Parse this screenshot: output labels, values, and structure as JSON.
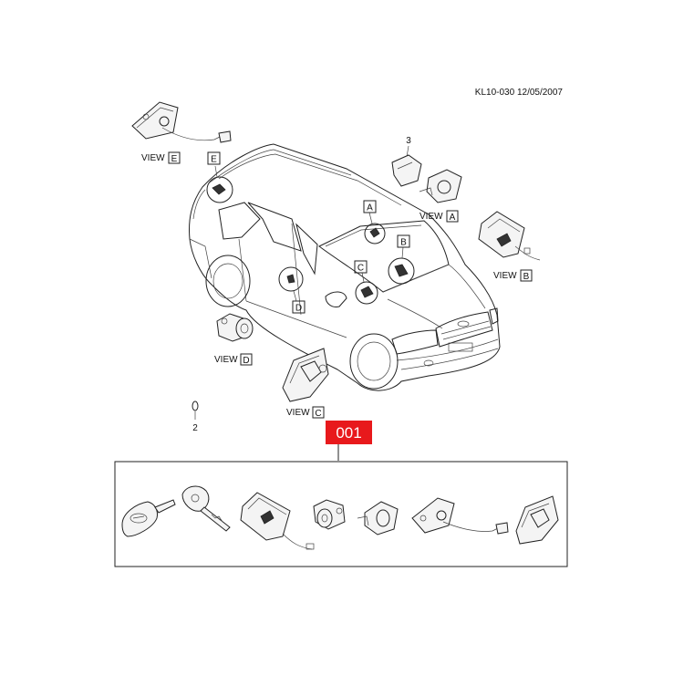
{
  "header": {
    "code": "KL10-030  12/05/2007"
  },
  "part_numbers": {
    "one": "3",
    "two": "2"
  },
  "callouts": [
    "A",
    "B",
    "C",
    "D",
    "E"
  ],
  "views": [
    {
      "word": "VIEW",
      "letter": "E"
    },
    {
      "word": "VIEW",
      "letter": "A"
    },
    {
      "word": "VIEW",
      "letter": "B"
    },
    {
      "word": "VIEW",
      "letter": "D"
    },
    {
      "word": "VIEW",
      "letter": "C"
    }
  ],
  "kit": {
    "label": "001",
    "badge_color": "#e8191c"
  },
  "colors": {
    "line": "#222222",
    "background": "#ffffff"
  }
}
